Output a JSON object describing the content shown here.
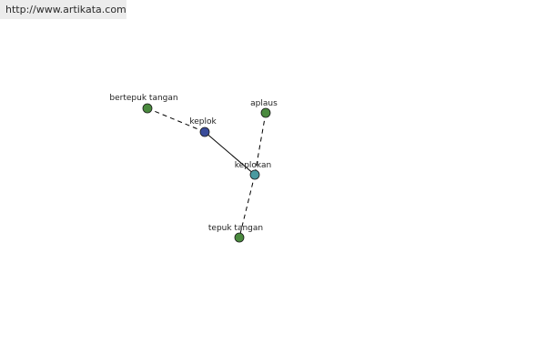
{
  "watermark": "http://www.artikata.com",
  "colors": {
    "synonym": "#4a8a3e",
    "root": "#3a4c9a",
    "derived": "#4a9aa0",
    "edge": "#000000"
  },
  "graph": {
    "nodes": [
      {
        "id": "bertepuk-tangan",
        "label": "bertepuk tangan",
        "role": "synonym"
      },
      {
        "id": "keplok",
        "label": "keplok",
        "role": "root"
      },
      {
        "id": "aplaus",
        "label": "aplaus",
        "role": "synonym"
      },
      {
        "id": "keplokan",
        "label": "keplokan",
        "role": "derived"
      },
      {
        "id": "tepuk-tangan",
        "label": "tepuk tangan",
        "role": "synonym"
      }
    ],
    "edges": [
      {
        "from": "bertepuk-tangan",
        "to": "keplok",
        "style": "dashed"
      },
      {
        "from": "keplok",
        "to": "keplokan",
        "style": "solid"
      },
      {
        "from": "aplaus",
        "to": "keplokan",
        "style": "dashed"
      },
      {
        "from": "keplokan",
        "to": "tepuk-tangan",
        "style": "dashed"
      }
    ]
  }
}
